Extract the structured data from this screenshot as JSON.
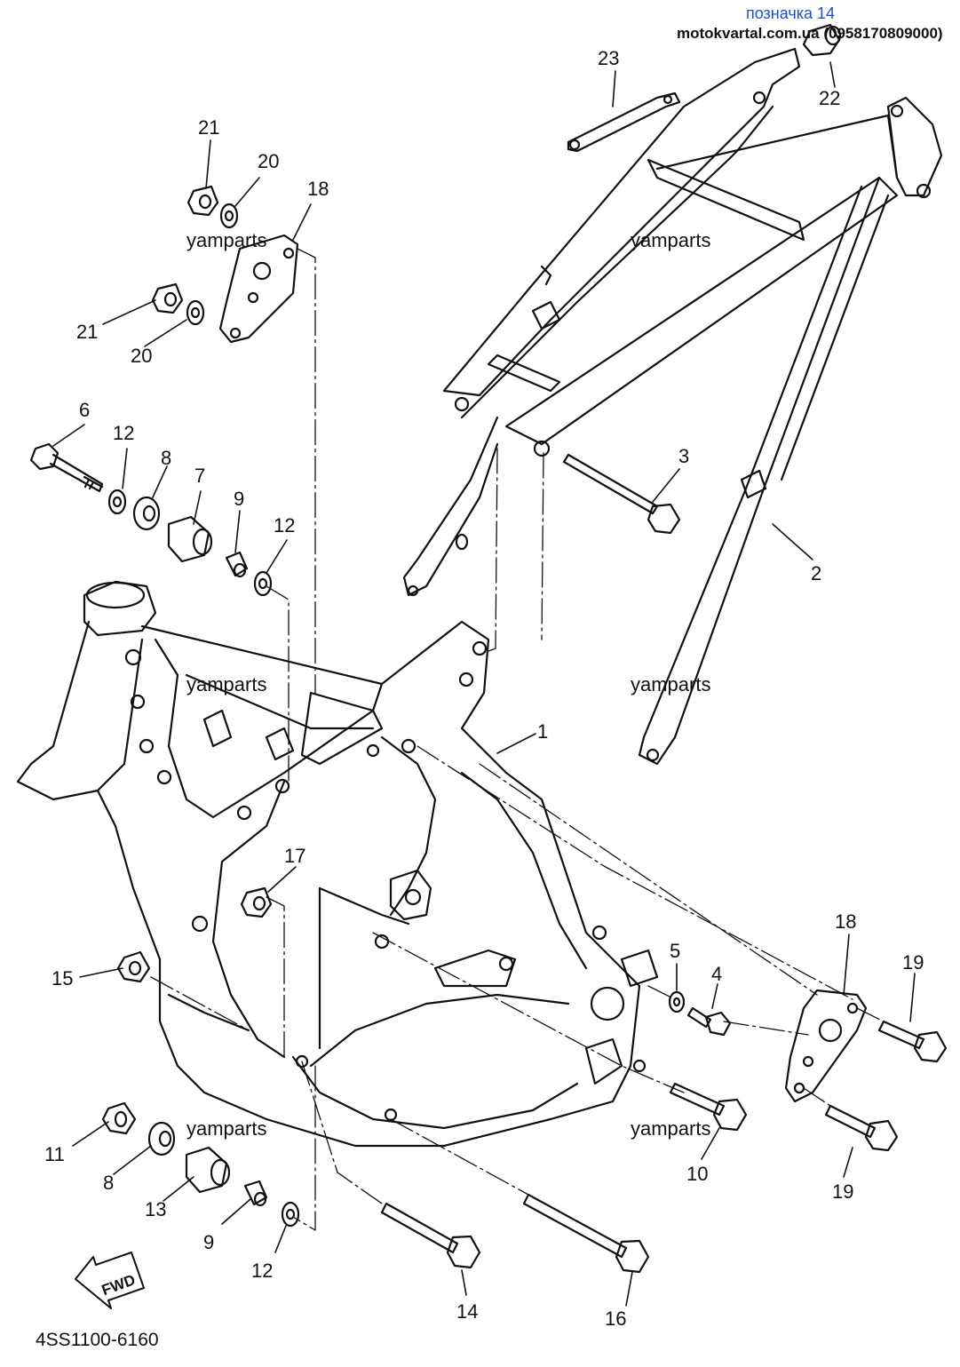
{
  "header": {
    "title": "позначка 14",
    "site": "motokvartal.com.ua (0958170809000)"
  },
  "diagram_code": "4SS1100-6160",
  "fwd_label": "FWD",
  "watermarks": [
    "yamparts",
    "yamparts",
    "yamparts",
    "yamparts",
    "yamparts",
    "yamparts"
  ],
  "callouts": [
    "23",
    "22",
    "21",
    "20",
    "18",
    "21",
    "20",
    "6",
    "12",
    "8",
    "7",
    "9",
    "12",
    "3",
    "2",
    "1",
    "17",
    "5",
    "4",
    "18",
    "19",
    "15",
    "10",
    "19",
    "11",
    "8",
    "13",
    "9",
    "12",
    "14",
    "16"
  ],
  "colors": {
    "ink": "#111111",
    "header_title": "#1a4fd0",
    "background": "#ffffff"
  }
}
